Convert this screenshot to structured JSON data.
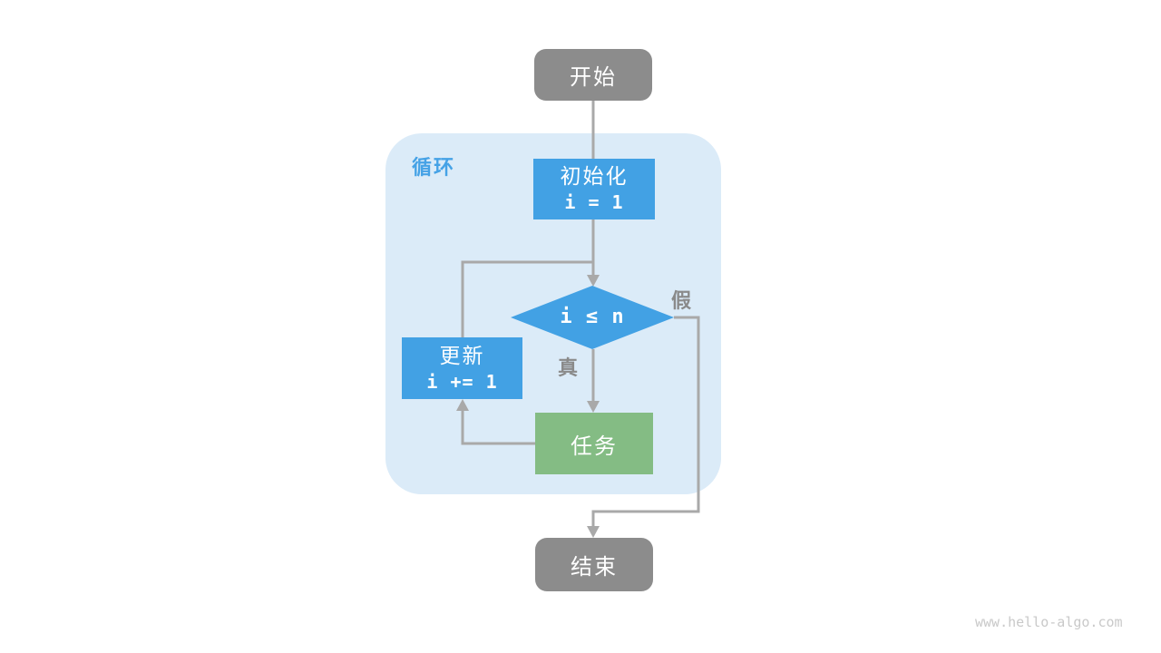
{
  "page": {
    "watermark": "www.hello-algo.com"
  },
  "diagram": {
    "type": "flowchart",
    "loop_label": "循环",
    "nodes": {
      "start": {
        "label": "开始",
        "shape": "rounded-rect",
        "color_name": "gray"
      },
      "init": {
        "label": "初始化",
        "code": "i = 1",
        "shape": "rect",
        "color_name": "blue"
      },
      "condition": {
        "code": "i ≤ n",
        "shape": "diamond",
        "color_name": "blue"
      },
      "update": {
        "label": "更新",
        "code": "i += 1",
        "shape": "rect",
        "color_name": "blue"
      },
      "task": {
        "label": "任务",
        "shape": "rect",
        "color_name": "green"
      },
      "end": {
        "label": "结束",
        "shape": "rounded-rect",
        "color_name": "gray"
      }
    },
    "edge_labels": {
      "true_label": "真",
      "false_label": "假"
    },
    "edges": [
      {
        "from": "start",
        "to": "condition",
        "via": "init"
      },
      {
        "from": "condition",
        "to": "task",
        "label": "真"
      },
      {
        "from": "task",
        "to": "update"
      },
      {
        "from": "update",
        "to": "condition"
      },
      {
        "from": "condition",
        "to": "end",
        "label": "假"
      }
    ],
    "colors": {
      "node_gray": "#8C8C8C",
      "node_blue": "#42A1E4",
      "node_green": "#84BC84",
      "loop_container": "#DBEBF8",
      "loop_label_blue": "#45A2E6",
      "edge_gray": "#A9A9A9",
      "edge_label_gray": "#8A8A8A",
      "watermark_gray": "#C9C9C9",
      "node_text": "#FFFFFF"
    }
  }
}
